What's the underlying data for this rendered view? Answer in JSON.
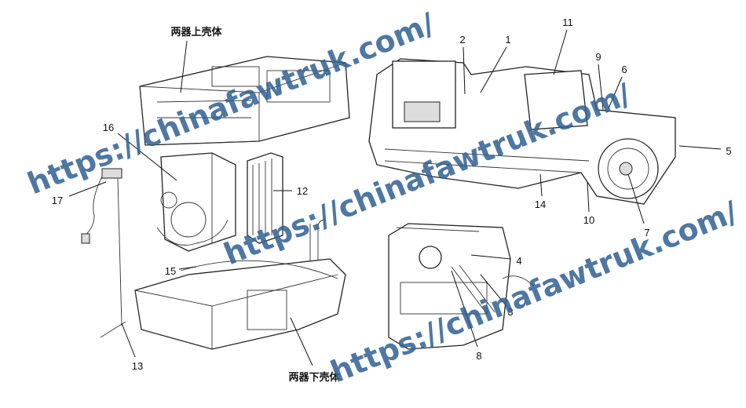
{
  "labels": {
    "upper_housing": "两器上壳体",
    "lower_housing": "两器下壳体",
    "n1": "1",
    "n2": "2",
    "n3": "3",
    "n4": "4",
    "n5": "5",
    "n6": "6",
    "n7": "7",
    "n8": "8",
    "n9": "9",
    "n10": "10",
    "n11": "11",
    "n12": "12",
    "n13": "13",
    "n14": "14",
    "n15": "15",
    "n16": "16",
    "n17": "17"
  },
  "watermark": "https://chinafawtruk.com/"
}
